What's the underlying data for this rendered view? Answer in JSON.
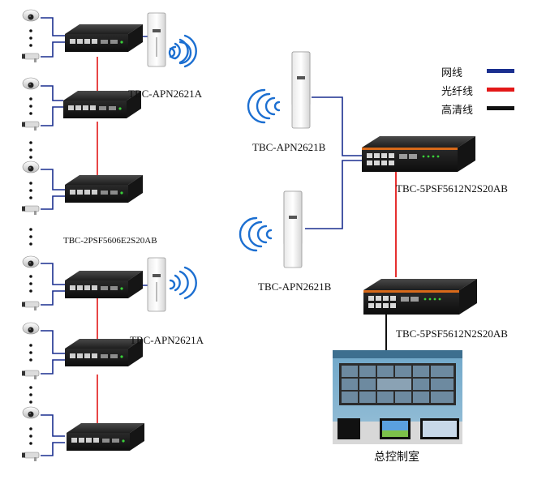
{
  "legend": {
    "items": [
      {
        "label": "网线",
        "color": "#1a2f8f"
      },
      {
        "label": "光纤线",
        "color": "#e31818"
      },
      {
        "label": "高清线",
        "color": "#111111"
      }
    ]
  },
  "labels": {
    "ap_top_left": "TBC-APN2621A",
    "switch_small_mid": "TBC-2PSF5606E2S20AB",
    "ap_bottom_left": "TBC-APN2621A",
    "ap_right_top": "TBC-APN2621B",
    "ap_right_bottom": "TBC-APN2621B",
    "switch_big_top": "TBC-5PSF5612N2S20AB",
    "switch_big_bottom": "TBC-5PSF5612N2S20AB",
    "control_room": "总控制室"
  },
  "colors": {
    "network": "#1a2f8f",
    "fiber": "#e31818",
    "hdmi": "#111111",
    "wifi": "#1c6fd1",
    "switch_orange": "#d86a1a"
  },
  "icons": {
    "camera": "dome-camera-icon",
    "bullet_camera": "bullet-camera-icon",
    "switch": "switch-icon",
    "access_point": "access-point-icon",
    "wifi": "wifi-signal-icon",
    "monitor_wall": "video-wall-icon"
  }
}
